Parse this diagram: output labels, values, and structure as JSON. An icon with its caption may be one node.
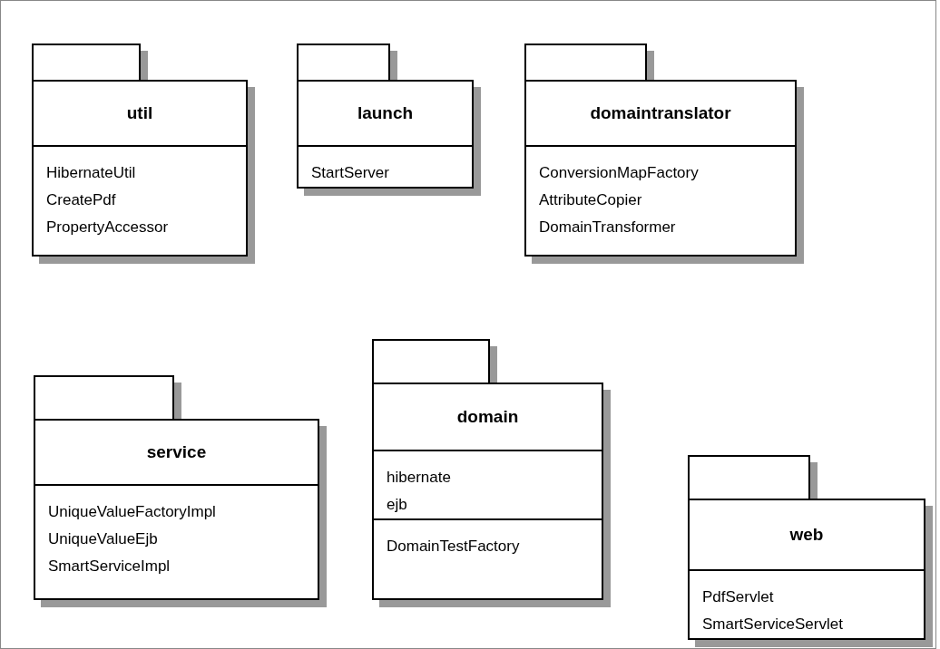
{
  "diagram": {
    "nodes": [
      {
        "text": [
          "util",
          "HibernateUtil",
          "CreatePdf",
          "PropertyAccessor"
        ]
      },
      {
        "text": [
          "launch",
          "StartServer"
        ]
      },
      {
        "text": [
          "domaintranslator",
          "ConversionMapFactory",
          "AttributeCopier",
          "DomainTransformer"
        ]
      },
      {
        "text": [
          "service",
          "UniqueValueFactoryImpl",
          "UniqueValueEjb",
          "SmartServiceImpl"
        ]
      },
      {
        "text": [
          "domain",
          "hibernate",
          "ejb",
          "DomainTestFactory"
        ]
      },
      {
        "text": [
          "web",
          "PdfServlet",
          "SmartServiceServlet"
        ]
      }
    ]
  }
}
